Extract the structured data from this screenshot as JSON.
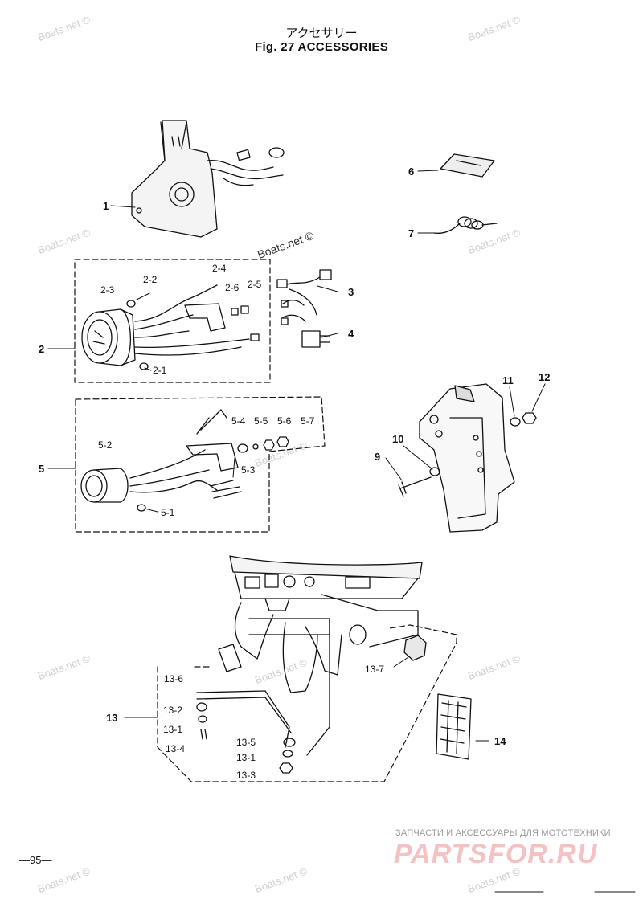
{
  "header": {
    "title_jp": "アクセサリー",
    "title_en": "Fig. 27   ACCESSORIES"
  },
  "watermark": "Boats.net ©",
  "footer": {
    "page_number": "—95—",
    "brand_subtitle": "ЗАПЧАСТИ И АКСЕССУАРЫ ДЛЯ МОТОТЕХНИКИ",
    "brand_name": "PARTSFOR.RU"
  },
  "callouts": {
    "c1": "1",
    "c2": "2",
    "c2_1": "2-1",
    "c2_2": "2-2",
    "c2_3": "2-3",
    "c2_4": "2-4",
    "c2_5": "2-5",
    "c2_6": "2-6",
    "c3": "3",
    "c4": "4",
    "c5": "5",
    "c5_1": "5-1",
    "c5_2": "5-2",
    "c5_3": "5-3",
    "c5_4": "5-4",
    "c5_5": "5-5",
    "c5_6": "5-6",
    "c5_7": "5-7",
    "c6": "6",
    "c7": "7",
    "c9": "9",
    "c10": "10",
    "c11": "11",
    "c12": "12",
    "c13": "13",
    "c13_1a": "13-1",
    "c13_1b": "13-1",
    "c13_2": "13-2",
    "c13_3": "13-3",
    "c13_4": "13-4",
    "c13_5": "13-5",
    "c13_6": "13-6",
    "c13_7": "13-7",
    "c14": "14"
  },
  "colors": {
    "ink": "#111111",
    "watermark": "#cfcfcf",
    "brand": "#f4c2c2"
  }
}
